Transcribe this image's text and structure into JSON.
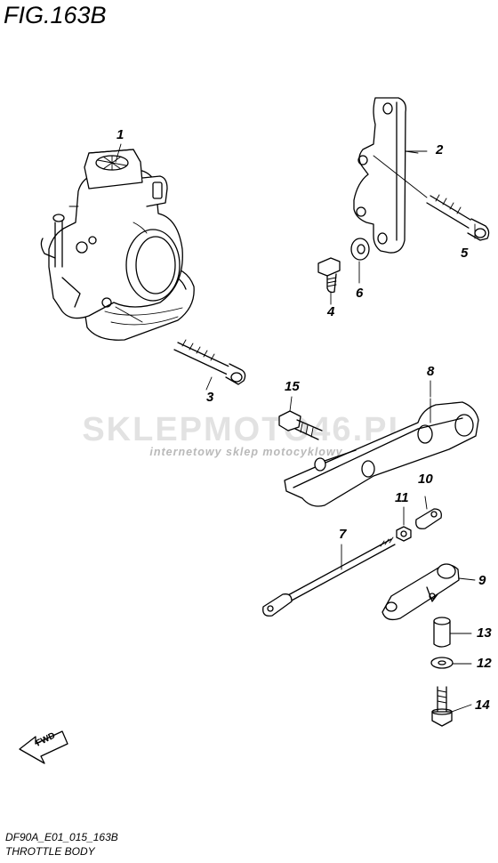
{
  "figure": {
    "title": "FIG.163B",
    "model_code": "DF90A_E01_015_163B",
    "section_name": "THROTTLE BODY"
  },
  "watermark": {
    "main_text": "SKLEPMOTO46.PL",
    "sub_text": "internetowy sklep motocyklowy"
  },
  "direction_marker": {
    "label": "FWD",
    "icon": "fwd-arrow-icon"
  },
  "callouts": {
    "p1": "1",
    "p2": "2",
    "p3": "3",
    "p4": "4",
    "p5": "5",
    "p6": "6",
    "p7": "7",
    "p8": "8",
    "p9": "9",
    "p10": "10",
    "p11": "11",
    "p12": "12",
    "p13": "13",
    "p14": "14",
    "p15": "15"
  }
}
